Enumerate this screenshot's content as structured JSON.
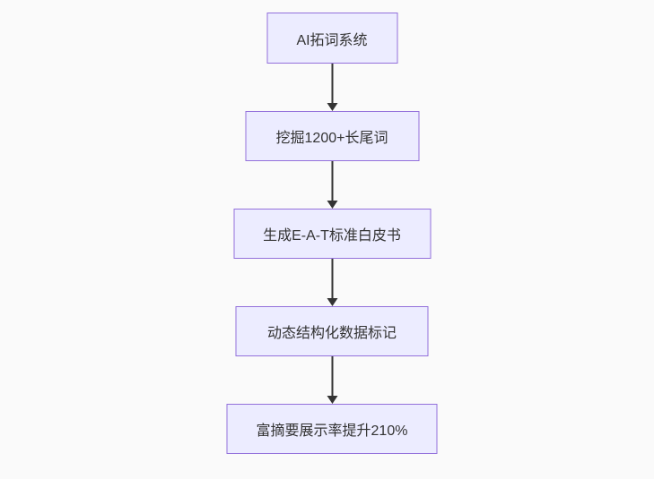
{
  "diagram": {
    "type": "flowchart",
    "direction": "top-down",
    "nodes": [
      {
        "id": "node-1",
        "label": "AI拓词系统"
      },
      {
        "id": "node-2",
        "label": "挖掘1200+长尾词"
      },
      {
        "id": "node-3",
        "label": "生成E-A-T标准白皮书"
      },
      {
        "id": "node-4",
        "label": "动态结构化数据标记"
      },
      {
        "id": "node-5",
        "label": "富摘要展示率提升210%"
      }
    ],
    "edges": [
      {
        "from": "node-1",
        "to": "node-2",
        "style": "arrow-down"
      },
      {
        "from": "node-2",
        "to": "node-3",
        "style": "arrow-down"
      },
      {
        "from": "node-3",
        "to": "node-4",
        "style": "arrow-down"
      },
      {
        "from": "node-4",
        "to": "node-5",
        "style": "arrow-down"
      }
    ],
    "colors": {
      "background": "#FAFAFA",
      "node_fill": "#ECECFF",
      "node_border": "#9370DB",
      "arrow": "#333333",
      "text": "#333333"
    }
  }
}
